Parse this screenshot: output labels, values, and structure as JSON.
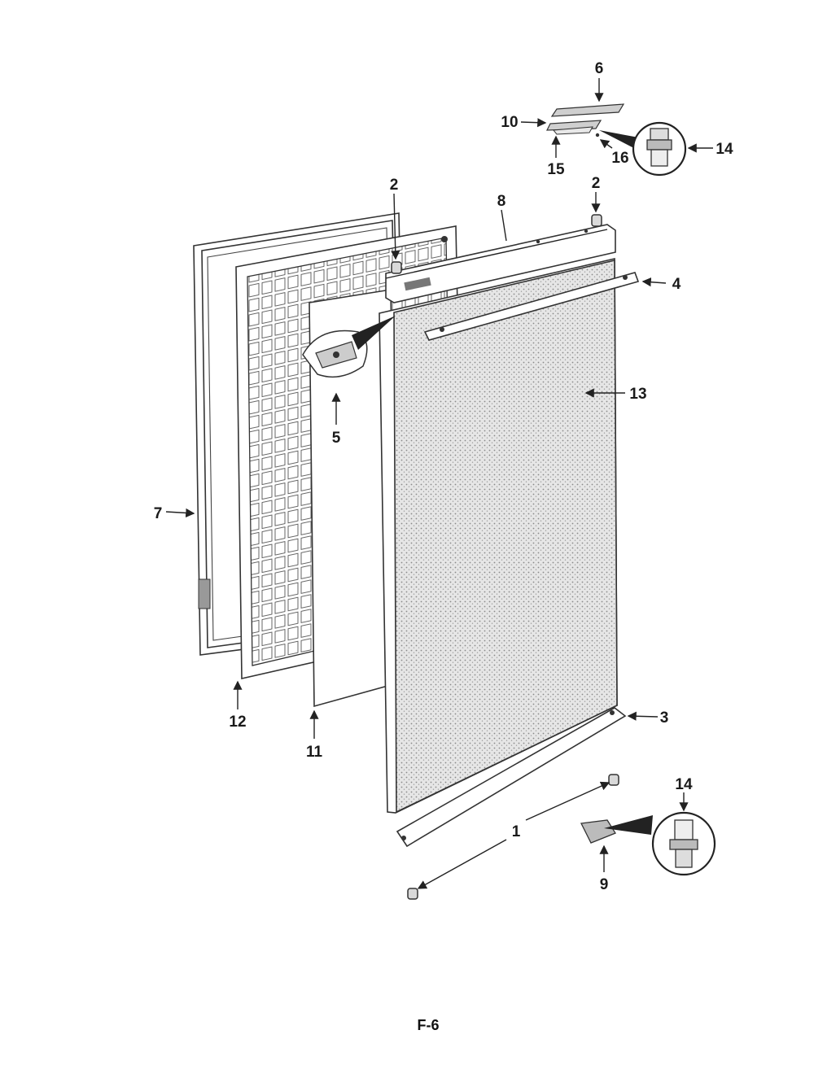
{
  "page": {
    "footer": "F-6"
  },
  "callouts": [
    {
      "id": "c6",
      "text": "6"
    },
    {
      "id": "c10",
      "text": "10"
    },
    {
      "id": "c15",
      "text": "15"
    },
    {
      "id": "c16",
      "text": "16"
    },
    {
      "id": "c14a",
      "text": "14"
    },
    {
      "id": "c2a",
      "text": "2"
    },
    {
      "id": "c8",
      "text": "8"
    },
    {
      "id": "c2b",
      "text": "2"
    },
    {
      "id": "c4",
      "text": "4"
    },
    {
      "id": "c5",
      "text": "5"
    },
    {
      "id": "c13",
      "text": "13"
    },
    {
      "id": "c7",
      "text": "7"
    },
    {
      "id": "c12",
      "text": "12"
    },
    {
      "id": "c11",
      "text": "11"
    },
    {
      "id": "c3",
      "text": "3"
    },
    {
      "id": "c14b",
      "text": "14"
    },
    {
      "id": "c1",
      "text": "1"
    },
    {
      "id": "c9",
      "text": "9"
    }
  ],
  "colors": {
    "ink": "#1a1a1a",
    "panel_fill": "#d9d9d9",
    "paper": "#ffffff"
  }
}
